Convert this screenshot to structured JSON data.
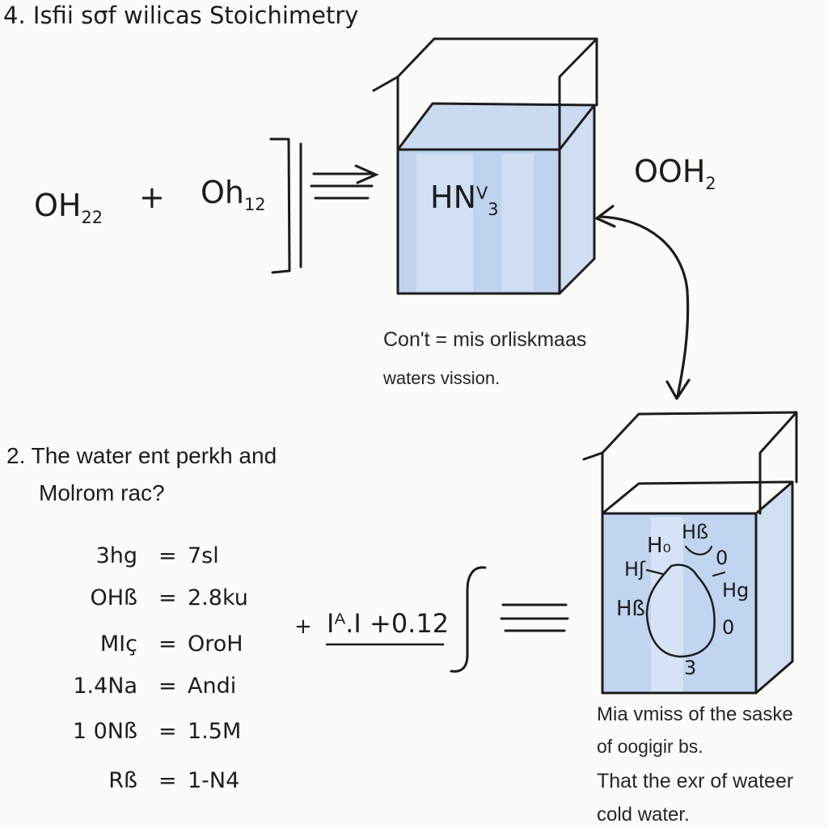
{
  "title": "4. Isfii sσf wilicas Stoichimetry",
  "reaction": {
    "reactant1": {
      "base": "OH",
      "sub": "22"
    },
    "plus": "+",
    "reactant2": {
      "base": "Oh",
      "sub": "12"
    },
    "product_box": {
      "base": "HN",
      "sup": "V",
      "sub": "3"
    },
    "side_product": {
      "base": "OOH",
      "sub": "2"
    }
  },
  "box_caption": {
    "line1": "Con't = mis orliskmaas",
    "line2": "waters vission."
  },
  "question": {
    "line1": "2. The water ent perkh and",
    "line2": "Molrom rac?"
  },
  "equations": [
    {
      "left": "3hg",
      "sign": "=",
      "right": "7sl"
    },
    {
      "left": "OHß",
      "sign": "=",
      "right": "2.8ku"
    },
    {
      "left": "MIç",
      "sign": "=",
      "right": "OroH"
    },
    {
      "left": "1.4Na",
      "sign": "=",
      "right": "Andi"
    },
    {
      "left": "1 0Nß",
      "sign": "=",
      "right": "1.5M"
    },
    {
      "left": "Rß",
      "sign": "=",
      "right": "1-N4"
    }
  ],
  "middle_expr": {
    "prefix": "+",
    "value": "Iᴬ.I +0.12"
  },
  "lower_box_labels": [
    "H₀",
    "Hß",
    "Hʃ",
    "0",
    "Hg",
    "Hß",
    "0",
    "3"
  ],
  "caption_right": {
    "line1": "Mia vmiss of the saske",
    "line2": "of oogigir bs.",
    "line3": "That the exr of wateer",
    "line4": "cold water."
  },
  "colors": {
    "water": "#a9c4e8",
    "ink": "#1c1c1c",
    "background": "#fbfbf8"
  }
}
